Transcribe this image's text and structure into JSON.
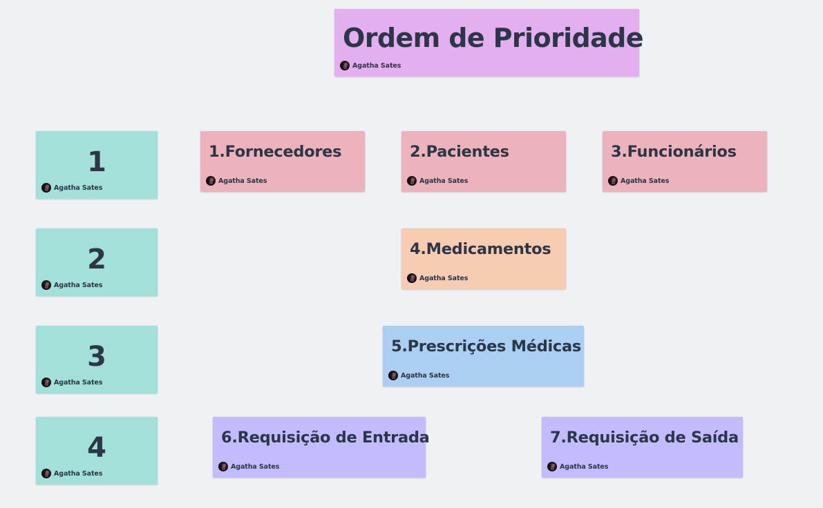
{
  "board": {
    "header": {
      "title": "Ordem de Prioridade",
      "author": "Agatha Sates",
      "color": "#e4aff0"
    },
    "rank_notes": [
      {
        "label": "1",
        "author": "Agatha Sates",
        "color": "#a4e0da"
      },
      {
        "label": "2",
        "author": "Agatha Sates",
        "color": "#a4e0da"
      },
      {
        "label": "3",
        "author": "Agatha Sates",
        "color": "#a4e0da"
      },
      {
        "label": "4",
        "author": "Agatha Sates",
        "color": "#a4e0da"
      }
    ],
    "topic_notes": [
      {
        "label": "1.Fornecedores",
        "author": "Agatha Sates",
        "color": "#edb3bd"
      },
      {
        "label": "2.Pacientes",
        "author": "Agatha Sates",
        "color": "#edb3bd"
      },
      {
        "label": "3.Funcionários",
        "author": "Agatha Sates",
        "color": "#edb3bd"
      },
      {
        "label": "4.Medicamentos",
        "author": "Agatha Sates",
        "color": "#f8ccb2"
      },
      {
        "label": "5.Prescrições Médicas",
        "author": "Agatha Sates",
        "color": "#abcef2"
      },
      {
        "label": "6.Requisição de Entrada",
        "author": "Agatha Sates",
        "color": "#c3bcfc"
      },
      {
        "label": "7.Requisição de Saída",
        "author": "Agatha Sates",
        "color": "#c3bcfc"
      }
    ]
  }
}
